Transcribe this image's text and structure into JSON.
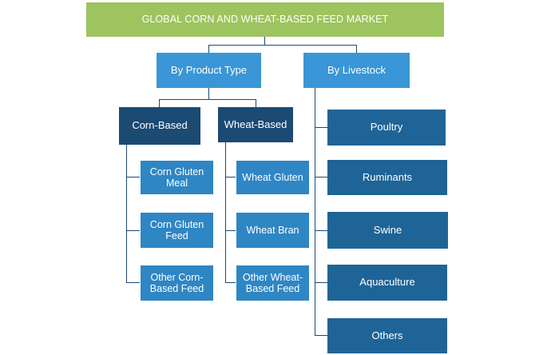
{
  "title": "GLOBAL CORN AND WHEAT-BASED FEED MARKET",
  "by_product_type": {
    "label": "By Product Type",
    "corn_based": {
      "label": "Corn-Based",
      "items": [
        "Corn Gluten Meal",
        "Corn Gluten Feed",
        "Other Corn-Based Feed"
      ]
    },
    "wheat_based": {
      "label": "Wheat-Based",
      "items": [
        "Wheat Gluten",
        "Wheat Bran",
        "Other Wheat-Based Feed"
      ]
    }
  },
  "by_livestock": {
    "label": "By Livestock",
    "items": [
      "Poultry",
      "Ruminants",
      "Swine",
      "Aquaculture",
      "Others"
    ]
  }
}
